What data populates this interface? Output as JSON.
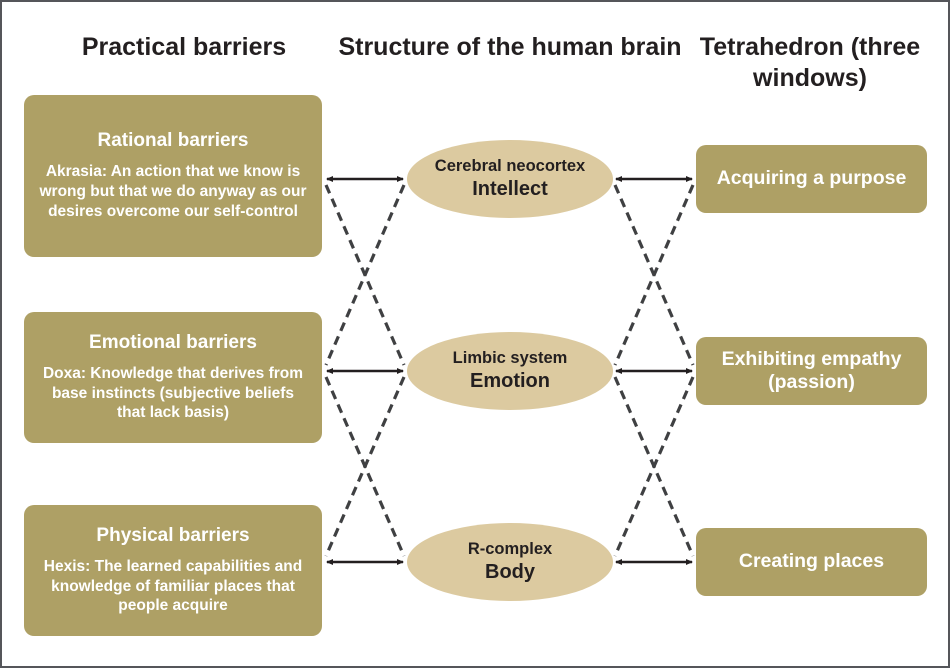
{
  "diagram": {
    "left_column": {
      "header": "Practical barriers",
      "boxes": [
        {
          "title": "Rational barriers",
          "body": "Akrasia: An action that we know is wrong but that we do anyway as our desires overcome our self-control"
        },
        {
          "title": "Emotional barriers",
          "body": "Doxa: Knowledge that derives from base instincts (subjective beliefs that lack basis)"
        },
        {
          "title": "Physical barriers",
          "body": "Hexis: The learned capabilities and knowledge of familiar places that people acquire"
        }
      ]
    },
    "middle_column": {
      "header": "Structure of the human brain",
      "nodes": [
        {
          "region": "Cerebral neocortex",
          "function": "Intellect"
        },
        {
          "region": "Limbic system",
          "function": "Emotion"
        },
        {
          "region": "R-complex",
          "function": "Body"
        }
      ]
    },
    "right_column": {
      "header": "Tetrahedron (three windows)",
      "boxes": [
        {
          "label": "Acquiring a purpose"
        },
        {
          "label": "Exhibiting empathy (passion)"
        },
        {
          "label": "Creating places"
        }
      ]
    },
    "connections": {
      "solid_double_arrows": [
        "Rational barriers — Cerebral neocortex (Intellect)",
        "Cerebral neocortex (Intellect) — Acquiring a purpose",
        "Emotional barriers — Limbic system (Emotion)",
        "Limbic system (Emotion) — Exhibiting empathy (passion)",
        "Physical barriers — R-complex (Body)",
        "R-complex (Body) — Creating places"
      ],
      "dashed_cross_links": [
        "Rational barriers x Limbic system",
        "Emotional barriers x Cerebral neocortex",
        "Emotional barriers x R-complex",
        "Physical barriers x Limbic system",
        "Cerebral neocortex x Exhibiting empathy",
        "Limbic system x Acquiring a purpose",
        "Limbic system x Creating places",
        "R-complex x Exhibiting empathy"
      ]
    },
    "colors": {
      "box_fill": "#aea065",
      "ellipse_fill": "#dccaa0",
      "box_text": "#ffffff",
      "dark_text": "#231f20",
      "solid_line": "#231f20",
      "dashed_line": "#3f4042",
      "frame_border": "#55565a"
    }
  }
}
